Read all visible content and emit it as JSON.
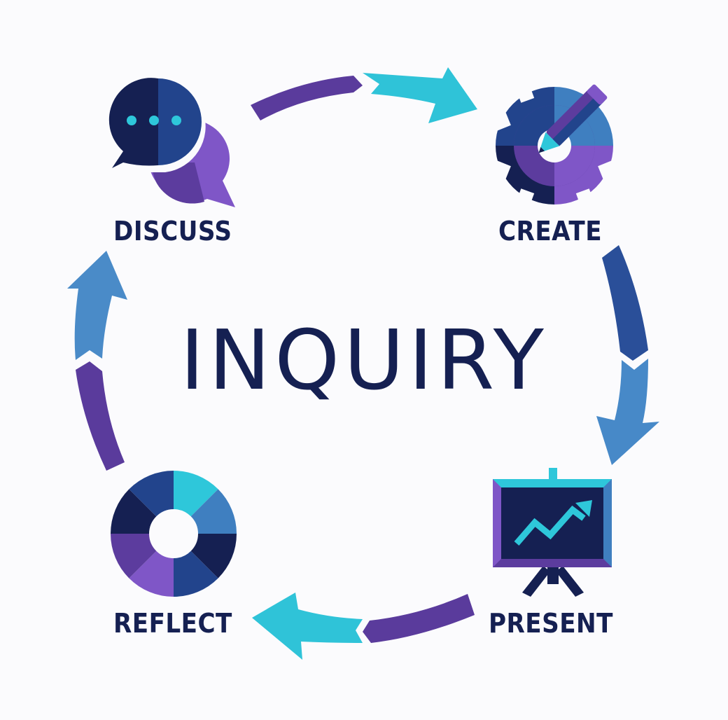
{
  "title": "INQUIRY",
  "stages": [
    {
      "label": "DISCUSS",
      "icon": "speech-bubbles-icon"
    },
    {
      "label": "CREATE",
      "icon": "gear-pencil-icon"
    },
    {
      "label": "PRESENT",
      "icon": "presentation-board-icon"
    },
    {
      "label": "REFLECT",
      "icon": "segmented-ring-icon"
    }
  ],
  "colors": {
    "navy": "#152052",
    "dark_blue": "#22448c",
    "blue": "#3f7fc0",
    "cyan": "#2ec7da",
    "purple": "#5c3c9e",
    "violet": "#7f56c7"
  }
}
